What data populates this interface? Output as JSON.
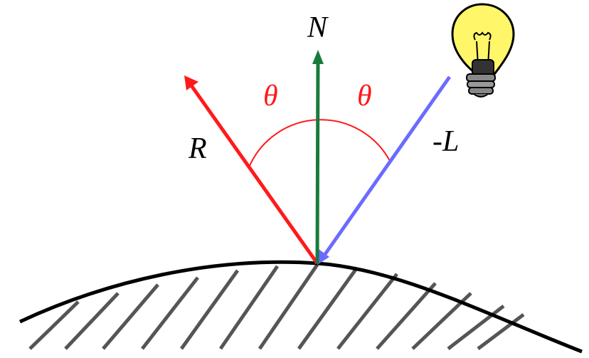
{
  "labels": {
    "normal": "N",
    "reflection": "R",
    "light_neg": "-L",
    "angle_left": "θ",
    "angle_right": "θ"
  },
  "colors": {
    "normal_vector": "#1a7a3c",
    "reflection_vector": "#ff1a1a",
    "light_vector": "#6b6bff",
    "angle_arc": "#ff1a1a",
    "surface": "#000000",
    "hatch": "#555555",
    "bulb_glass": "#fff66a",
    "text": "#000000"
  },
  "icons": {
    "bulb": "light-bulb-icon"
  }
}
